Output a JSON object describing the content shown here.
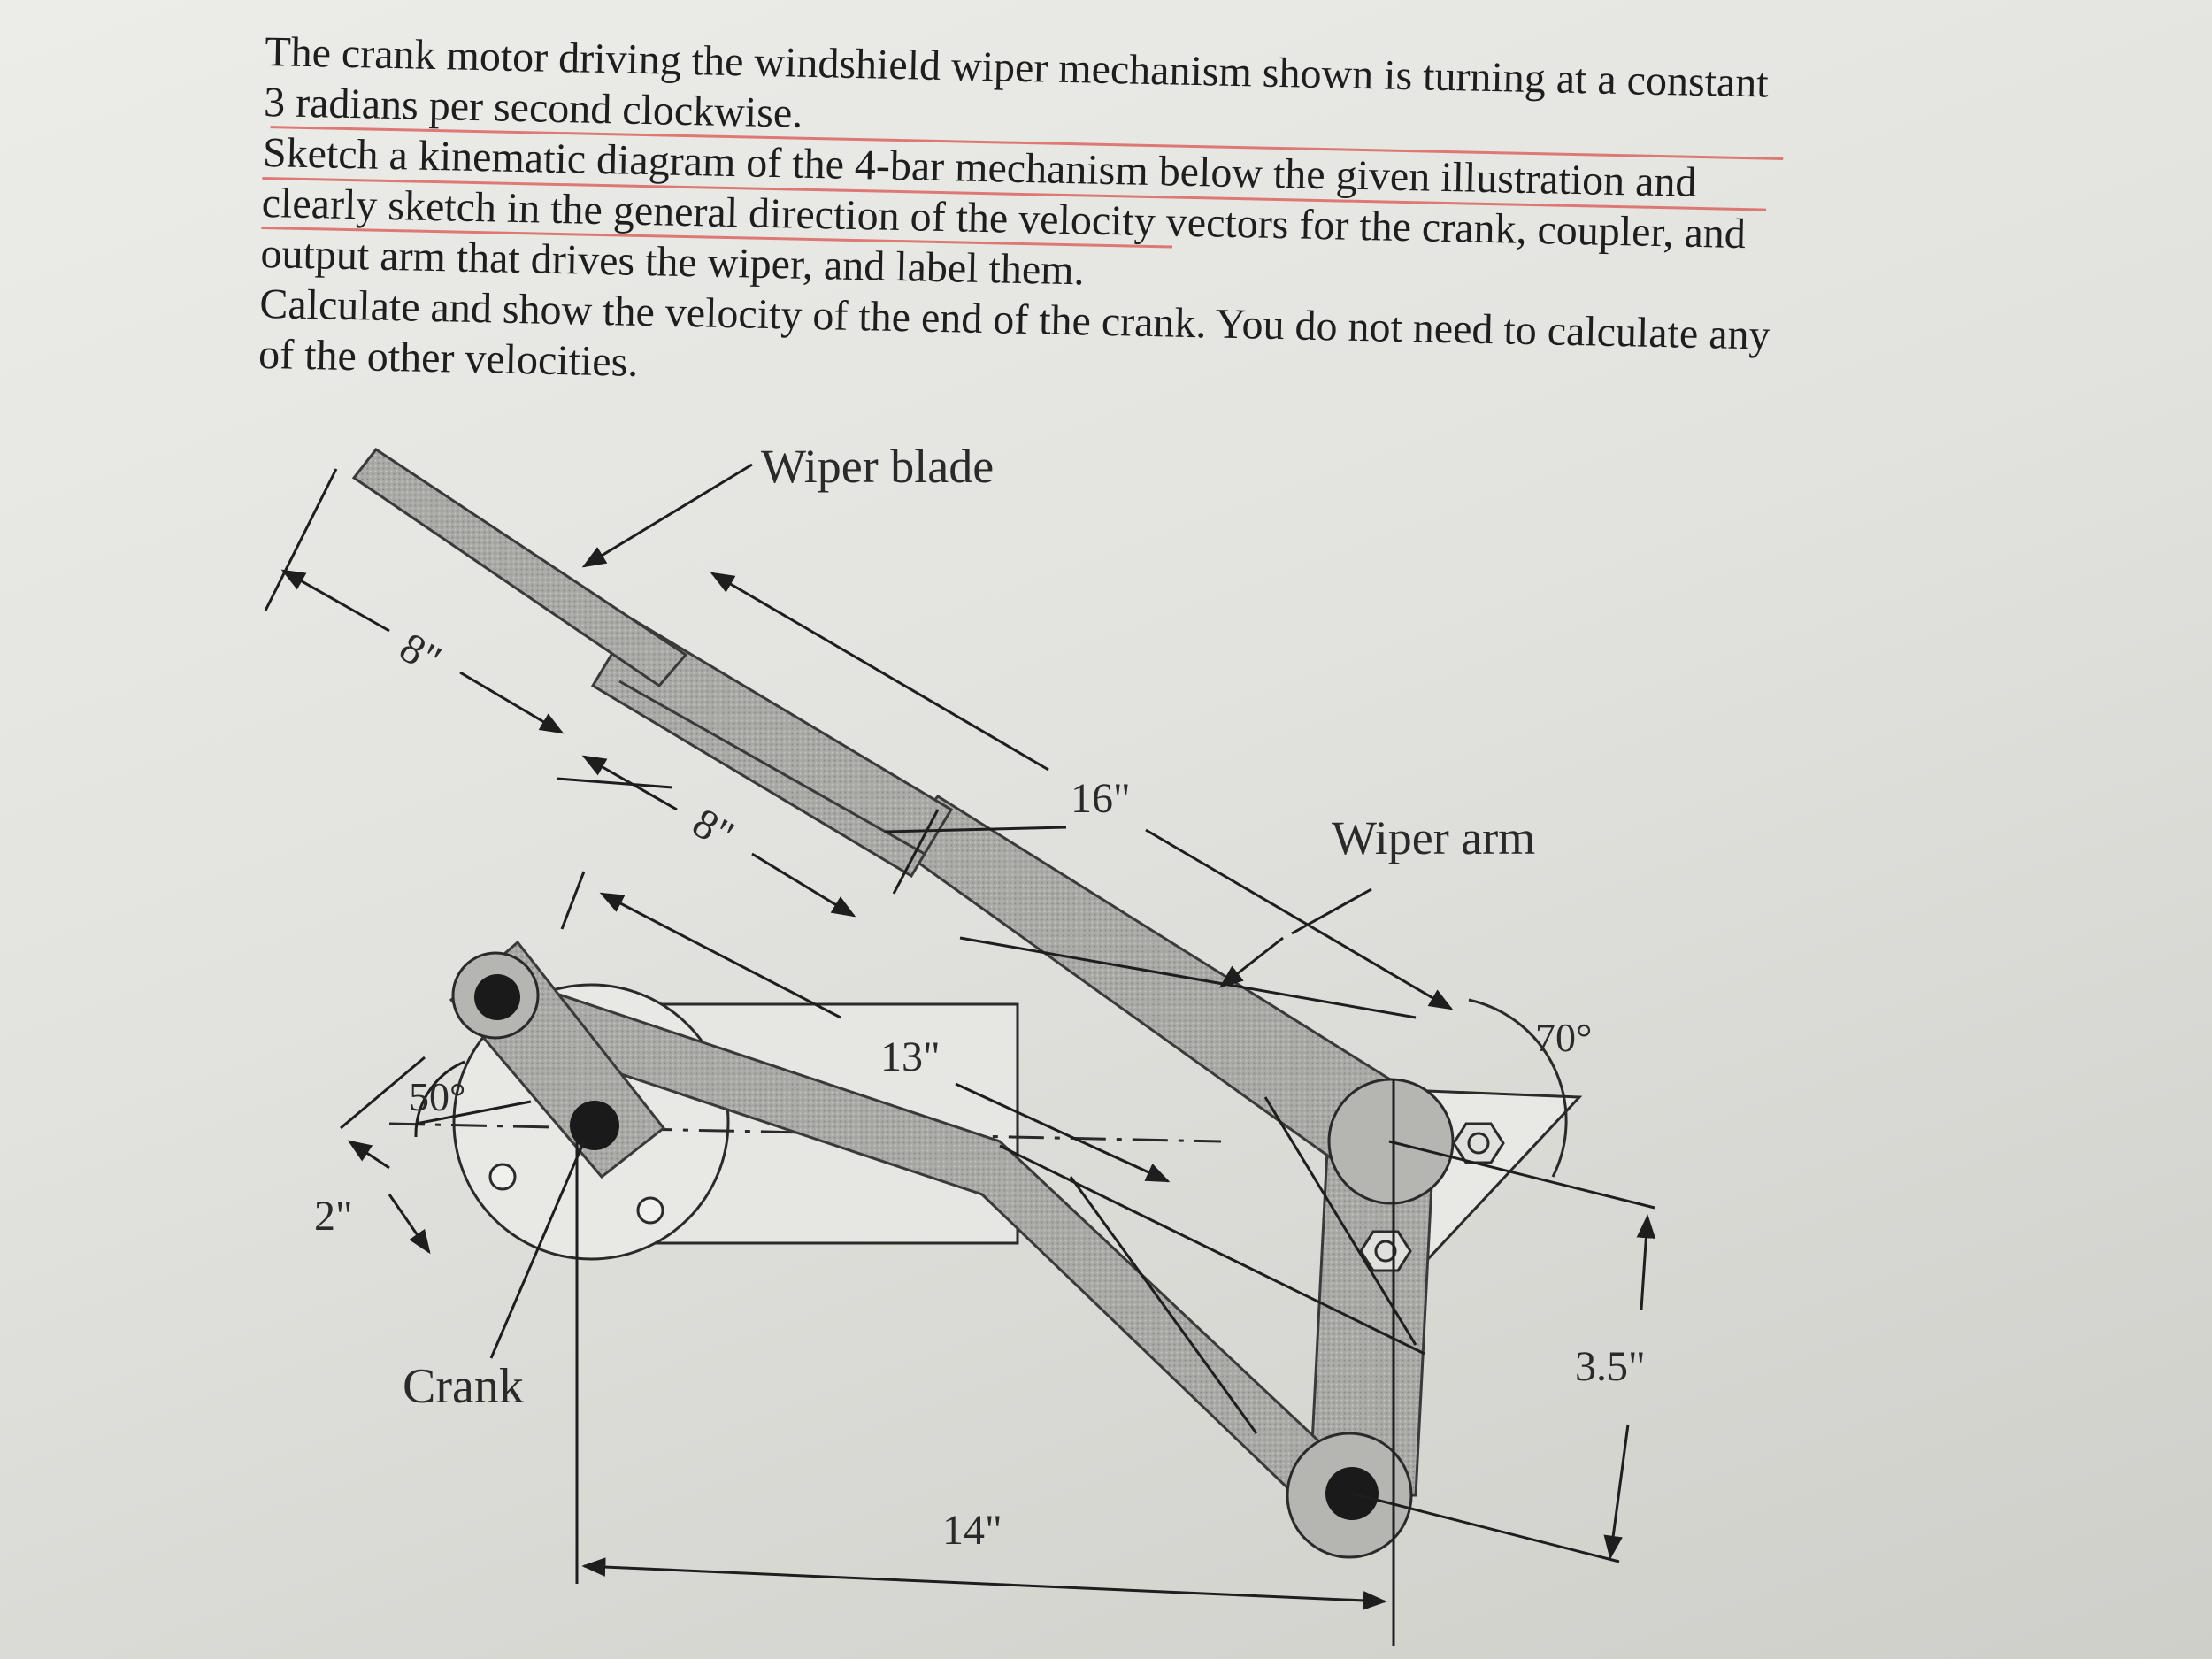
{
  "problem": {
    "line1": "The crank motor driving the windshield wiper mechanism shown is turning at a constant",
    "line2": "3 radians per second clockwise.",
    "line3": "Sketch a kinematic diagram of the 4-bar mechanism below the given illustration and",
    "line4": "clearly sketch in the general direction of the velocity vectors for the crank, coupler, and",
    "line5": "output arm that drives the wiper, and label them.",
    "line6": "Calculate and show the velocity of the end of the crank.  You do not need to calculate any",
    "line7": "of the other velocities."
  },
  "diagram": {
    "label_wiper_blade": "Wiper blade",
    "label_wiper_arm": "Wiper arm",
    "label_crank": "Crank",
    "dim_blade_top": "8\"",
    "dim_blade_bottom": "8\"",
    "dim_arm": "16\"",
    "dim_coupler": "13\"",
    "dim_base": "14\"",
    "dim_crank": "2\"",
    "dim_height": "3.5\"",
    "angle_crank": "50°",
    "angle_arm": "70°"
  },
  "colors": {
    "link_fill": "#a9a9a6",
    "link_stroke": "#3a3a3a",
    "pin": "#1a1a1a",
    "annotation_underline": "#d9534f"
  }
}
